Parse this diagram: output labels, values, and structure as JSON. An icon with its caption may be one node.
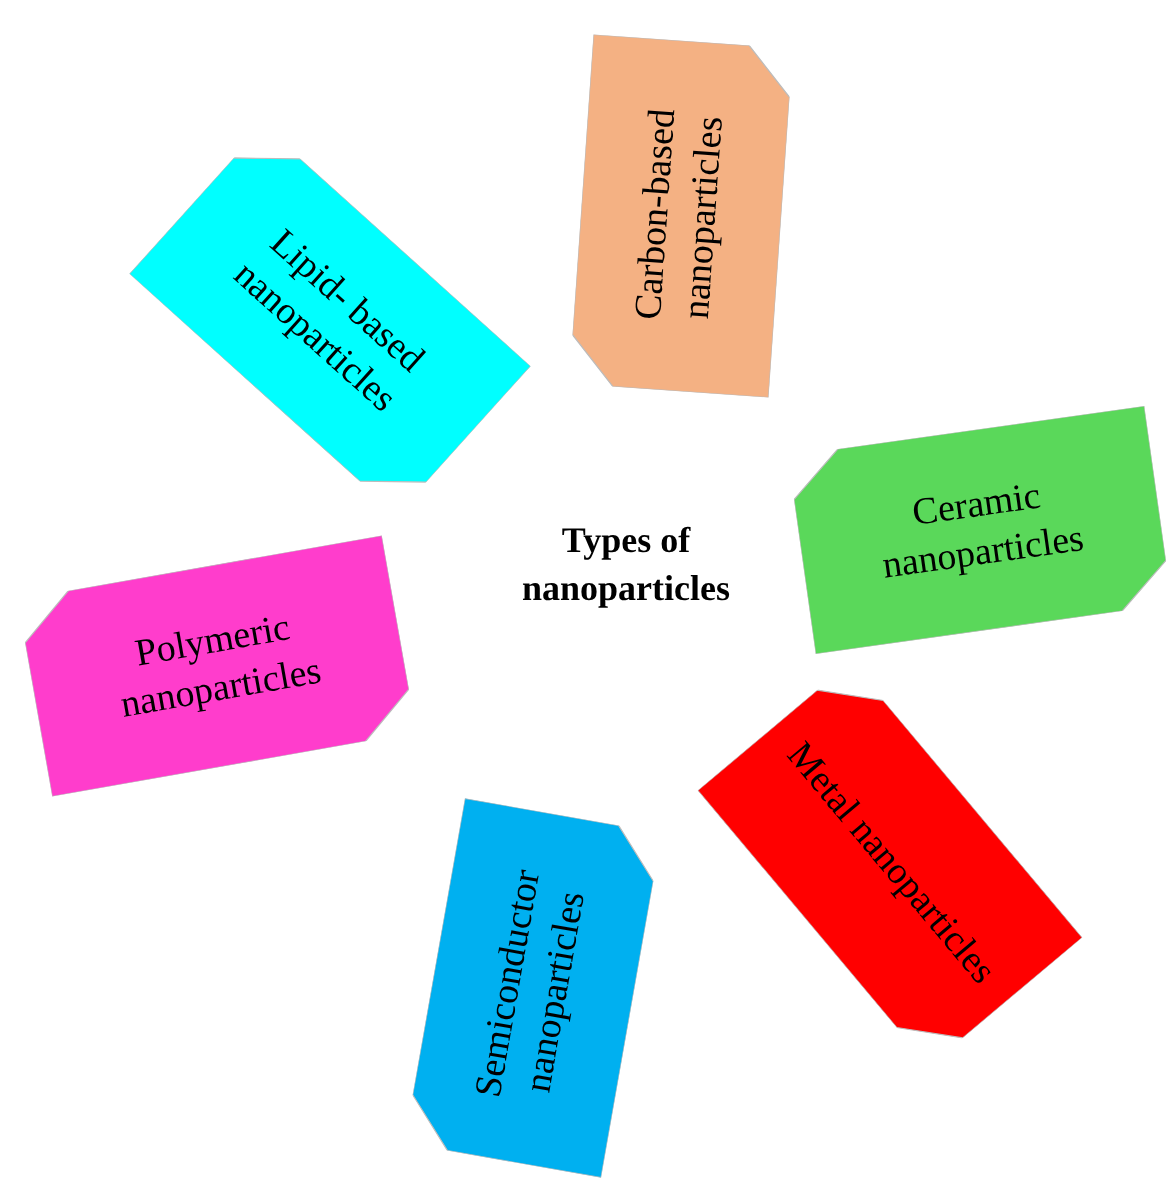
{
  "diagram": {
    "title": "Types of nanoparticles",
    "nodes": [
      {
        "text": [
          "Lipid- based nanoparticles"
        ]
      },
      {
        "text": [
          "Carbon-based nanoparticles"
        ]
      },
      {
        "text": [
          "Ceramic nanoparticles"
        ]
      },
      {
        "text": [
          "Polymeric nanoparticles"
        ]
      },
      {
        "text": [
          "Metal nanoparticles"
        ]
      },
      {
        "text": [
          "Semiconductor nanoparticles"
        ]
      }
    ]
  }
}
